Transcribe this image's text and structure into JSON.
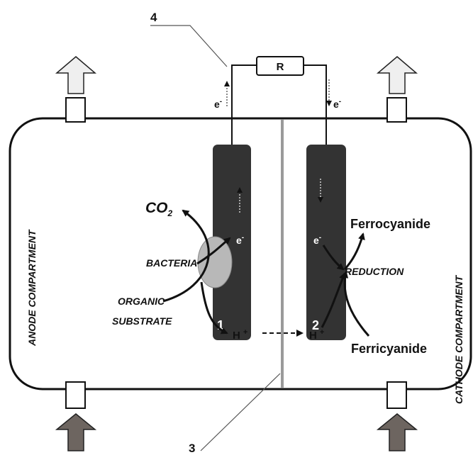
{
  "labels": {
    "anode_compartment": "ANODE COMPARTMENT",
    "cathode_compartment": "CATHODE COMPARTMENT",
    "resistor": "R",
    "electron": "e",
    "electron_superscript": "-",
    "proton": "H",
    "proton_superscript": "+",
    "co2_main": "CO",
    "co2_sub": "2",
    "bacteria": "BACTERIA",
    "organic": "ORGANIC",
    "substrate": "SUBSTRATE",
    "reduction": "REDUCTION",
    "ferrocyanide": "Ferrocyanide",
    "ferricyanide": "Ferricyanide",
    "anode_number": "1",
    "cathode_number": "2",
    "membrane_number": "3",
    "wire_number": "4"
  },
  "colors": {
    "electrode": "#333333",
    "membrane": "#9a9a9a",
    "bacteria": "#b8b8b8",
    "outlet_arrow": "#efefef",
    "inlet_arrow": "#6d6560"
  },
  "icons": {
    "outlet_arrow": "up-arrow-outlet",
    "inlet_arrow": "up-arrow-inlet"
  }
}
